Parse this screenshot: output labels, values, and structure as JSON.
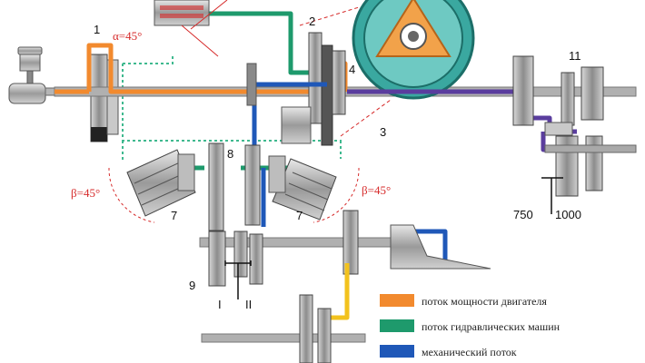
{
  "labels": {
    "l1": "1",
    "l2": "2",
    "l3": "3",
    "l4": "4",
    "l7a": "7",
    "l7b": "7",
    "l8": "8",
    "l9": "9",
    "l11": "11",
    "alpha": "α=45°",
    "beta_left": "β=45°",
    "beta_right": "β=45°",
    "rpm_low": "750",
    "rpm_high": "1000",
    "gear_one": "I",
    "gear_two": "II"
  },
  "legend": [
    {
      "text": "поток мощности двигателя",
      "color": "#f28a2e"
    },
    {
      "text": "поток гидравлических машин",
      "color": "#1e9a6c"
    },
    {
      "text": "механический поток",
      "color": "#1f58b8"
    }
  ],
  "colors": {
    "engine_flow": "#f28a2e",
    "hydraulic_flow": "#1e9a6c",
    "mechanical_flow": "#1f58b8",
    "combined_flow": "#5a3d9e",
    "output_flow": "#f2c21e",
    "angle_marks": "#d62a2a"
  }
}
